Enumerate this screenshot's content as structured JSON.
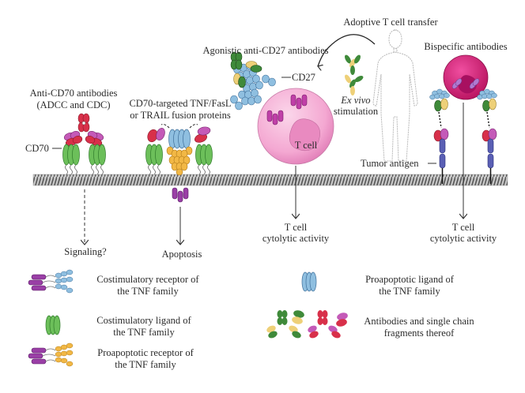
{
  "diagram": {
    "type": "biological-mechanism-diagram",
    "sections": {
      "anti_cd70": {
        "title_line1": "Anti-CD70 antibodies",
        "title_line2": "(ADCC and CDC)",
        "cd70_label": "CD70",
        "outcome": "Signaling?"
      },
      "fusion_proteins": {
        "title_line1": "CD70-targeted TNF/FasL",
        "title_line2": "or TRAIL fusion proteins",
        "outcome": "Apoptosis"
      },
      "anti_cd27": {
        "title": "Agonistic anti-CD27 antibodies",
        "cd27_label": "CD27",
        "cell_label": "T cell",
        "outcome_line1": "T cell",
        "outcome_line2": "cytolytic activity"
      },
      "adoptive_transfer": {
        "title": "Adoptive T cell transfer",
        "ex_vivo": "Ex vivo",
        "stimulation": "stimulation"
      },
      "bispecific": {
        "title": "Bispecific antibodies",
        "tumor_antigen_label": "Tumor antigen",
        "outcome_line1": "T cell",
        "outcome_line2": "cytolytic activity"
      }
    },
    "legend": [
      {
        "icon": "costimulatory-receptor-icon",
        "line1": "Costimulatory receptor of",
        "line2": "the TNF family"
      },
      {
        "icon": "costimulatory-ligand-icon",
        "line1": "Costimulatory ligand of",
        "line2": "the TNF family"
      },
      {
        "icon": "proapoptotic-receptor-icon",
        "line1": "Proapoptotic receptor of",
        "line2": "the TNF family"
      },
      {
        "icon": "proapoptotic-ligand-icon",
        "line1": "Proapoptotic ligand of",
        "line2": "the TNF family"
      },
      {
        "icon": "antibody-fragments-icon",
        "line1": "Antibodies and single chain",
        "line2": "fragments thereof"
      }
    ],
    "colors": {
      "ligand_green": "#6cbf5a",
      "receptor_blue": "#8fbfe0",
      "proapoptotic_orange": "#f2b845",
      "intracellular_purple": "#9a3fa6",
      "antibody_red": "#d8304a",
      "antibody_magenta": "#c45ab8",
      "antibody_darkgreen": "#3f8a3a",
      "antibody_yellow": "#eed078",
      "tcell_pink": "#f2a6d2",
      "bispecific_cell": "#d81f7c",
      "tumor_antigen": "#5a5fb4",
      "membrane": "#8a8a8a"
    }
  }
}
